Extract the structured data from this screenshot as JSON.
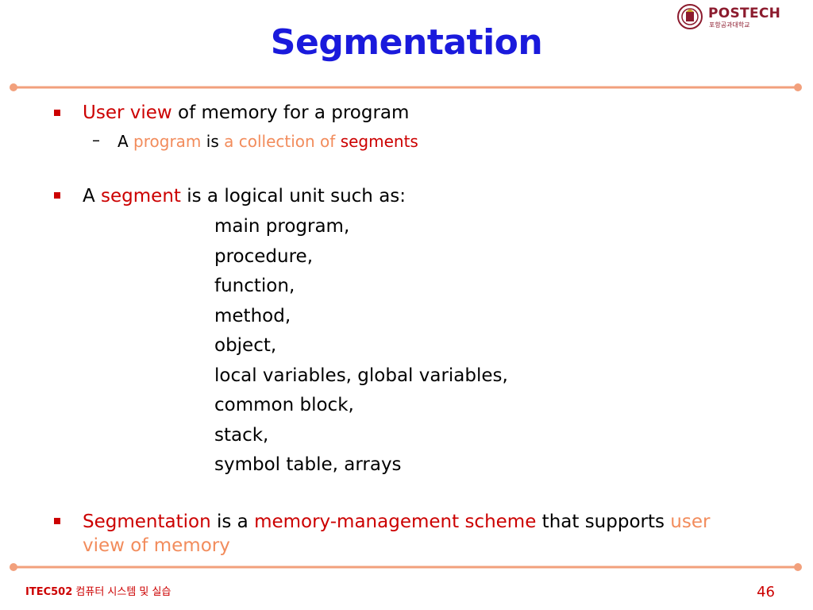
{
  "title": "Segmentation",
  "logo": {
    "name": "POSTECH",
    "subtitle": "포항공과대학교"
  },
  "bullets": {
    "b1": {
      "term": "User view",
      "rest": " of memory for a program",
      "sub": {
        "dash": "–",
        "a": "A ",
        "program": "program",
        "is": " is ",
        "collection": "a collection of ",
        "segments": "segments"
      }
    },
    "b2": {
      "a": "A ",
      "segment": "segment",
      "rest": " is a logical unit such as:",
      "items": [
        "main program,",
        "procedure,",
        "function,",
        "method,",
        "object,",
        "local variables, global variables,",
        "common block,",
        "stack,",
        "symbol table, arrays"
      ]
    },
    "b3": {
      "segmentation": "Segmentation",
      "is_a": " is a ",
      "scheme": "memory-management scheme",
      "supports": " that supports ",
      "user": "user",
      "view_of_memory": "view of memory"
    }
  },
  "footer": {
    "course_code": "ITEC502",
    "course_name": " 컴퓨터 시스템 및 실습",
    "page_number": "46"
  },
  "colors": {
    "title": "#1a1adc",
    "highlight_red": "#cc0000",
    "highlight_orange": "#f28c5c",
    "rule": "#f2a07c"
  }
}
